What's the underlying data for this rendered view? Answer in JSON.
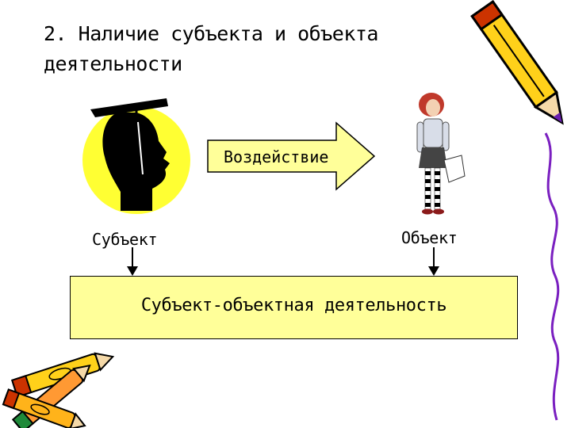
{
  "title": {
    "line1": "2. Наличие субъекта и объекта",
    "line2": "деятельности"
  },
  "arrow": {
    "label": "Воздействие"
  },
  "subject": {
    "label": "Субъект"
  },
  "object": {
    "label": "Объект"
  },
  "result_box": {
    "label": "Субъект-объектная деятельность"
  },
  "colors": {
    "fill_yellow": "#ffff99",
    "circle_yellow": "#ffff33",
    "pencil_yellow": "#ffd11a",
    "wavy_line": "#7a1fc0"
  },
  "icons": [
    "graduate-head-icon",
    "girl-student-icon",
    "pencil-icon",
    "crayons-icon"
  ]
}
